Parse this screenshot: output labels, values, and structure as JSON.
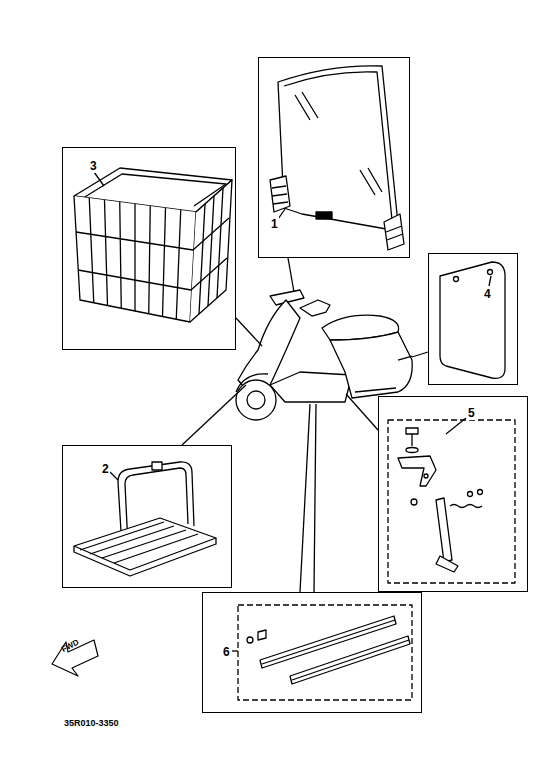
{
  "diagram": {
    "nodes": [
      {
        "text": [
          "1"
        ]
      },
      {
        "text": [
          "3"
        ]
      },
      {
        "text": [
          "4"
        ]
      },
      {
        "text": [
          "5"
        ]
      },
      {
        "text": [
          "2"
        ]
      },
      {
        "text": [
          "6"
        ]
      }
    ],
    "labels": [
      "FWD",
      "35R010-3350"
    ]
  }
}
